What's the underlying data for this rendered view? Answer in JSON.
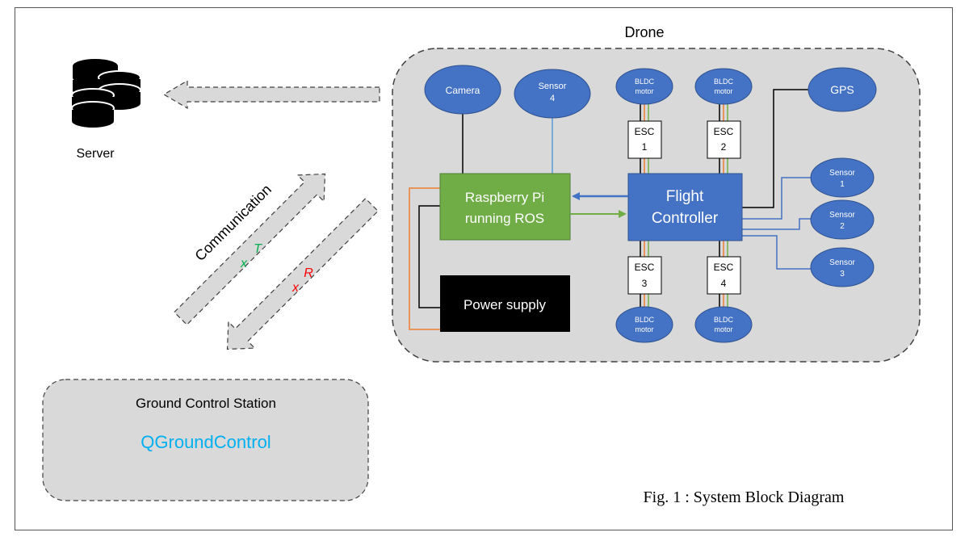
{
  "drone": {
    "title": "Drone",
    "camera": "Camera",
    "sensor4": [
      "Sensor",
      "4"
    ],
    "motors": [
      [
        "BLDC",
        "motor"
      ],
      [
        "BLDC",
        "motor"
      ],
      [
        "BLDC",
        "motor"
      ],
      [
        "BLDC",
        "motor"
      ]
    ],
    "escs": [
      [
        "ESC",
        "1"
      ],
      [
        "ESC",
        "2"
      ],
      [
        "ESC",
        "3"
      ],
      [
        "ESC",
        "4"
      ]
    ],
    "gps": "GPS",
    "raspberry": [
      "Raspberry Pi",
      "running ROS"
    ],
    "flight_controller": [
      "Flight",
      "Controller"
    ],
    "power_supply": "Power supply",
    "sensors": [
      [
        "Sensor",
        "1"
      ],
      [
        "Sensor",
        "2"
      ],
      [
        "Sensor",
        "3"
      ]
    ]
  },
  "server": {
    "label": "Server"
  },
  "communication": {
    "label": "Communication",
    "tx": [
      "T",
      "x"
    ],
    "rx": [
      "R",
      "x"
    ]
  },
  "ground_station": {
    "title": "Ground Control Station",
    "software": "QGroundControl"
  },
  "caption": "Fig. 1 : System Block Diagram",
  "colors": {
    "ellipse_blue": "#4472c4",
    "green": "#70ad47",
    "fc_blue": "#4472c4",
    "panel_gray": "#d9d9d9",
    "qgc_blue": "#00b0f0",
    "tx_green": "#00b050",
    "rx_red": "#ff0000"
  }
}
